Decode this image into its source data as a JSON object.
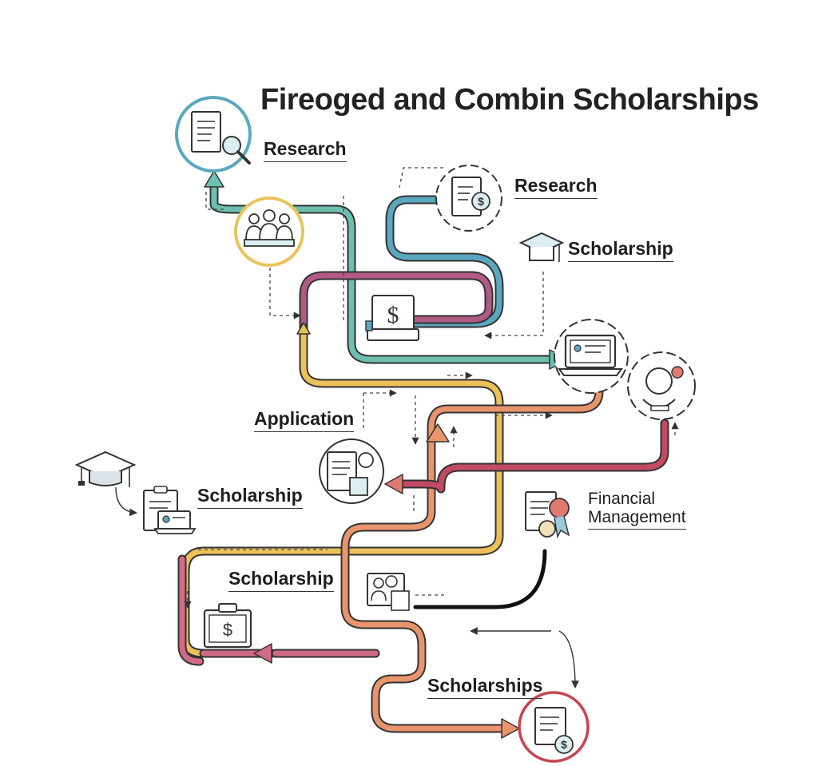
{
  "title": "Fireoged and Combin Scholarships",
  "labels": {
    "research_1": "Research",
    "research_2": "Research",
    "scholarship_1": "Scholarship",
    "application": "Application",
    "scholarship_2": "Scholarship",
    "financial_line1": "Financial",
    "financial_line2": "Management",
    "scholarship_3": "Scholarship",
    "scholarships": "Scholarships"
  },
  "icons": {
    "dollar": "$"
  },
  "colors": {
    "teal": "#6dbfb0",
    "blue": "#5aa8c0",
    "purple": "#9a7ab5",
    "yellow": "#ecc15a",
    "orange": "#e8956e",
    "salmon": "#e07a6e",
    "crimson": "#c24a62",
    "rose": "#d16a85",
    "gold_ring": "#e9c45a",
    "red_ring": "#c8454f"
  }
}
